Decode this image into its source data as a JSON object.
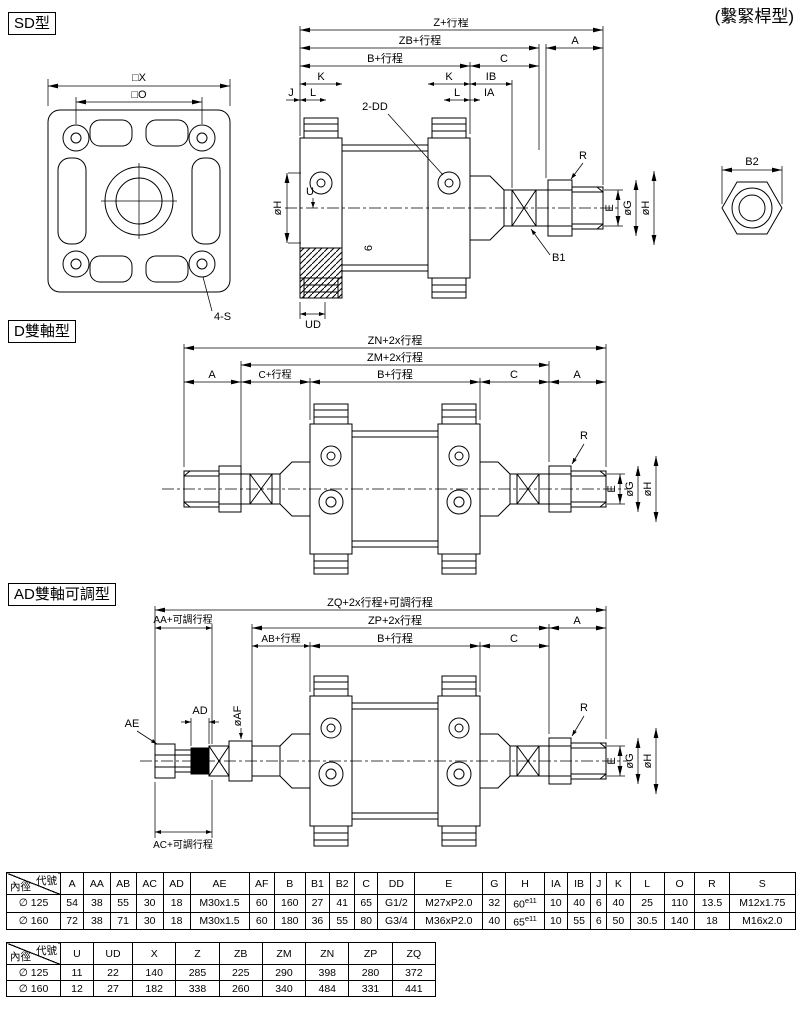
{
  "header": {
    "title": "(繫緊桿型)"
  },
  "sections": {
    "sd": {
      "label": "SD型",
      "dims": {
        "x": "□X",
        "o": "□O",
        "s": "4-S",
        "z": "Z+行程",
        "zb": "ZB+行程",
        "b": "B+行程",
        "c": "C",
        "a": "A",
        "k": "K",
        "j": "J",
        "l": "L",
        "ib": "IB",
        "ia": "IA",
        "dd": "2-DD",
        "r": "R",
        "b1": "B1",
        "b2": "B2",
        "e": "E",
        "g": "øG",
        "h": "øH",
        "u": "U",
        "six": "6",
        "ud": "UD"
      }
    },
    "d": {
      "label": "D雙軸型",
      "dims": {
        "zn": "ZN+2x行程",
        "zm": "ZM+2x行程",
        "cs": "C+行程",
        "b": "B+行程",
        "c": "C",
        "a": "A",
        "r": "R",
        "e": "E",
        "g": "øG",
        "h": "øH"
      }
    },
    "ad": {
      "label": "AD雙軸可調型",
      "dims": {
        "zq": "ZQ+2x行程+可調行程",
        "zp": "ZP+2x行程",
        "aa": "AA+可調行程",
        "ab": "AB+行程",
        "b": "B+行程",
        "c": "C",
        "a": "A",
        "ac": "AC+可調行程",
        "ad": "AD",
        "ae": "AE",
        "af": "øAF",
        "r": "R",
        "e": "E",
        "g": "øG",
        "h": "øH"
      }
    }
  },
  "tables": [
    {
      "corner": {
        "top": "代號",
        "bottom": "內徑"
      },
      "columns": [
        "A",
        "AA",
        "AB",
        "AC",
        "AD",
        "AE",
        "AF",
        "B",
        "B1",
        "B2",
        "C",
        "DD",
        "E",
        "G",
        "H",
        "IA",
        "IB",
        "J",
        "K",
        "L",
        "O",
        "R",
        "S"
      ],
      "rows": [
        {
          "label": "∅ 125",
          "values": [
            "54",
            "38",
            "55",
            "30",
            "18",
            "M30x1.5",
            "60",
            "160",
            "27",
            "41",
            "65",
            "G1/2",
            "M27xP2.0",
            "32",
            "60^e11",
            "10",
            "40",
            "6",
            "40",
            "25",
            "110",
            "13.5",
            "M12x1.75"
          ]
        },
        {
          "label": "∅ 160",
          "values": [
            "72",
            "38",
            "71",
            "30",
            "18",
            "M30x1.5",
            "60",
            "180",
            "36",
            "55",
            "80",
            "G3/4",
            "M36xP2.0",
            "40",
            "65^e11",
            "10",
            "55",
            "6",
            "50",
            "30.5",
            "140",
            "18",
            "M16x2.0"
          ]
        }
      ]
    },
    {
      "corner": {
        "top": "代號",
        "bottom": "內徑"
      },
      "columns": [
        "U",
        "UD",
        "X",
        "Z",
        "ZB",
        "ZM",
        "ZN",
        "ZP",
        "ZQ"
      ],
      "rows": [
        {
          "label": "∅ 125",
          "values": [
            "11",
            "22",
            "140",
            "285",
            "225",
            "290",
            "398",
            "280",
            "372"
          ]
        },
        {
          "label": "∅ 160",
          "values": [
            "12",
            "27",
            "182",
            "338",
            "260",
            "340",
            "484",
            "331",
            "441"
          ]
        }
      ]
    }
  ]
}
